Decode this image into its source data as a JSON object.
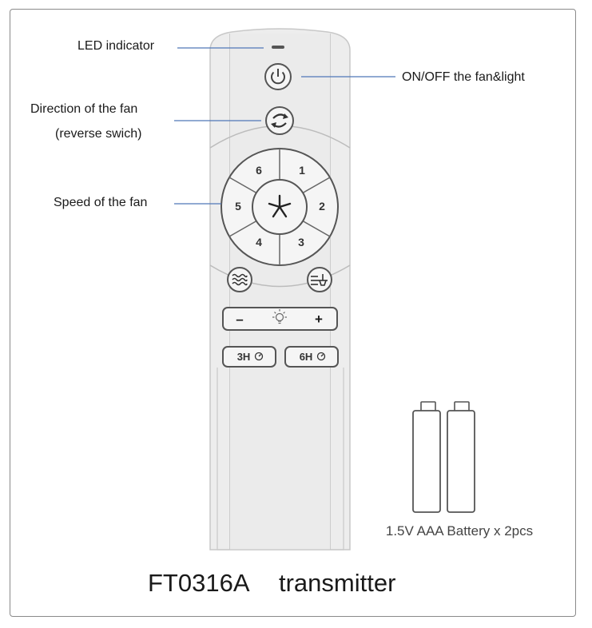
{
  "labels": {
    "led": "LED indicator",
    "power": "ON/OFF the fan&light",
    "direction_line1": "Direction of the fan",
    "direction_line2": "(reverse swich)",
    "speed": "Speed of the fan"
  },
  "speed_buttons": [
    "6",
    "1",
    "2",
    "3",
    "4",
    "5"
  ],
  "dimmer": {
    "minus": "–",
    "plus": "+"
  },
  "timers": {
    "three_hour": "3H",
    "six_hour": "6H"
  },
  "battery_caption": "1.5V AAA Battery x 2pcs",
  "model": "FT0316A",
  "product": "transmitter"
}
